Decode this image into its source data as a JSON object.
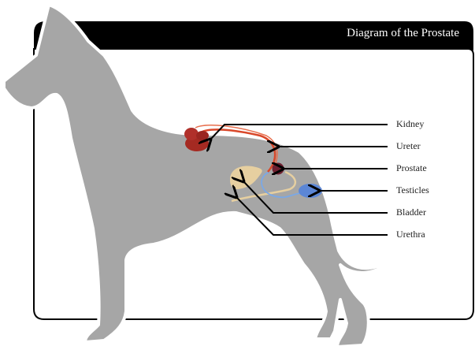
{
  "title": "Diagram of the Prostate",
  "labels": [
    {
      "id": "kidney",
      "text": "Kidney"
    },
    {
      "id": "ureter",
      "text": "Ureter"
    },
    {
      "id": "prostate",
      "text": "Prostate"
    },
    {
      "id": "testicles",
      "text": "Testicles"
    },
    {
      "id": "bladder",
      "text": "Bladder"
    },
    {
      "id": "urethra",
      "text": "Urethra"
    }
  ],
  "colors": {
    "silhouette": "#a6a6a6",
    "kidney": "#a52a22",
    "ureter": "#d9482a",
    "prostate": "#6e2030",
    "testicles": "#5b86d6",
    "bladder": "#e6cfa0",
    "frame": "#000000"
  }
}
